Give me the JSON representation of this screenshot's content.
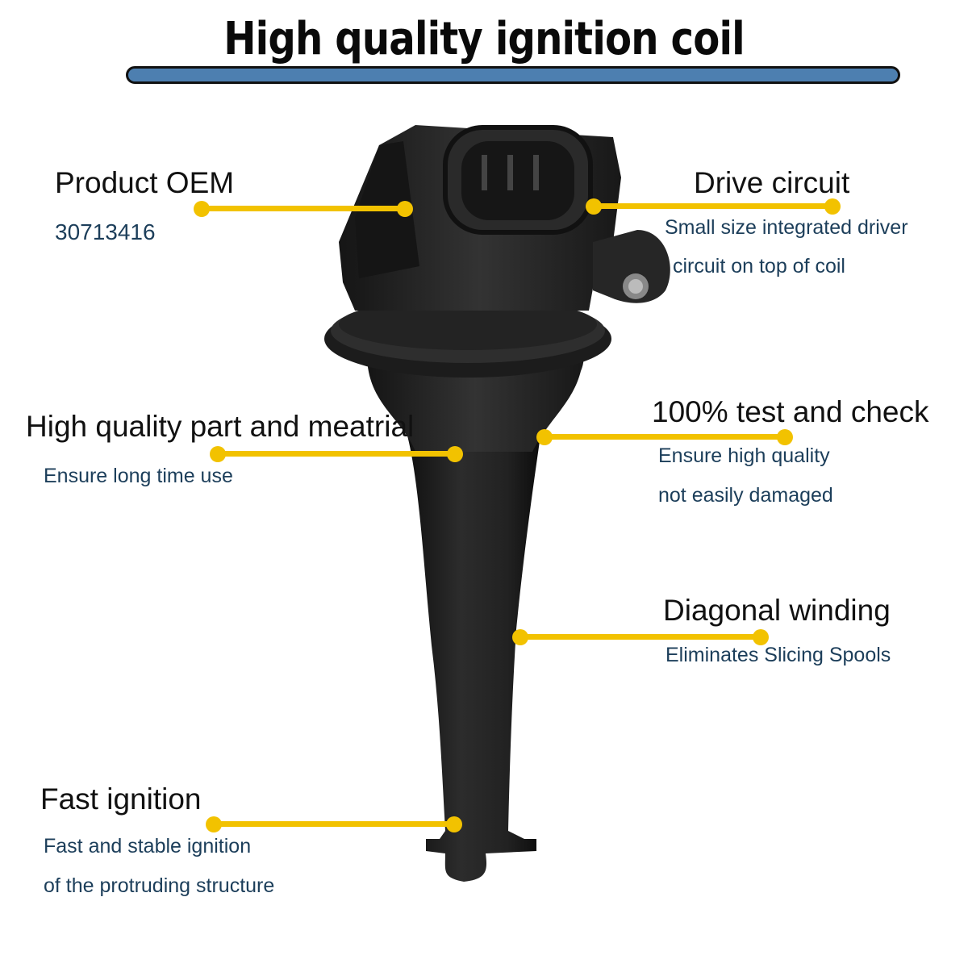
{
  "title": "High quality ignition coil",
  "features": {
    "oem": {
      "heading": "Product OEM",
      "lines": [
        "30713416"
      ]
    },
    "drive": {
      "heading": "Drive circuit",
      "lines": [
        "Small size integrated driver",
        "circuit on top of coil"
      ]
    },
    "material": {
      "heading": "High quality part and meatrial",
      "lines": [
        "Ensure long time use"
      ]
    },
    "test": {
      "heading": "100% test and check",
      "lines": [
        "Ensure high quality",
        "not easily damaged"
      ]
    },
    "winding": {
      "heading": "Diagonal winding",
      "lines": [
        "Eliminates Slicing Spools"
      ]
    },
    "ignition": {
      "heading": "Fast ignition",
      "lines": [
        "Fast and stable ignition",
        "of the protruding structure"
      ]
    }
  },
  "colors": {
    "accent": "#f2c200",
    "title_bar": "#4d7fb0",
    "subtext": "#1c3e5a",
    "coil": "#1e1e1e"
  }
}
